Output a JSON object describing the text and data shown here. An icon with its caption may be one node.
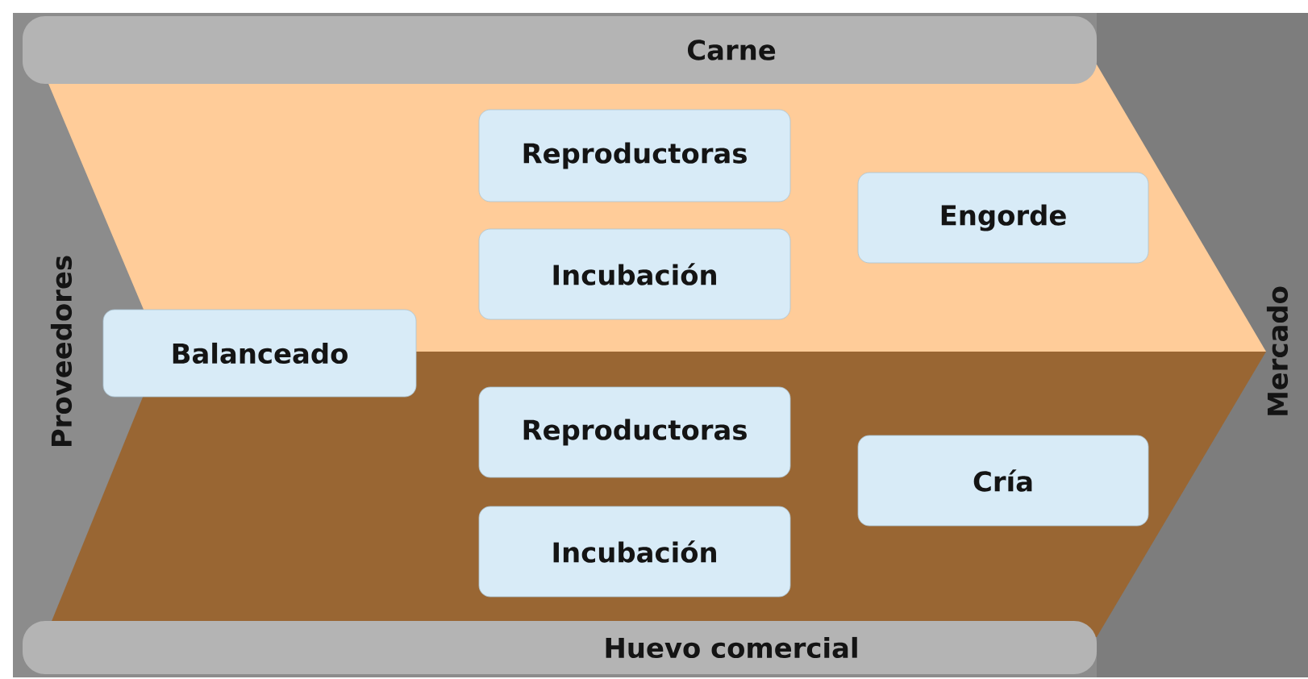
{
  "diagram": {
    "nodes": [
      {
        "text": [
          "Carne"
        ]
      },
      {
        "text": [
          "Proveedores"
        ]
      },
      {
        "text": [
          "Reproductoras"
        ]
      },
      {
        "text": [
          "Incubación"
        ]
      },
      {
        "text": [
          "Engorde"
        ]
      },
      {
        "text": [
          "Balanceado"
        ]
      },
      {
        "text": [
          "Reproductoras"
        ]
      },
      {
        "text": [
          "Incubación"
        ]
      },
      {
        "text": [
          "Cría"
        ]
      },
      {
        "text": [
          "Huevo comercial"
        ]
      },
      {
        "text": [
          "Mercado"
        ]
      }
    ]
  }
}
